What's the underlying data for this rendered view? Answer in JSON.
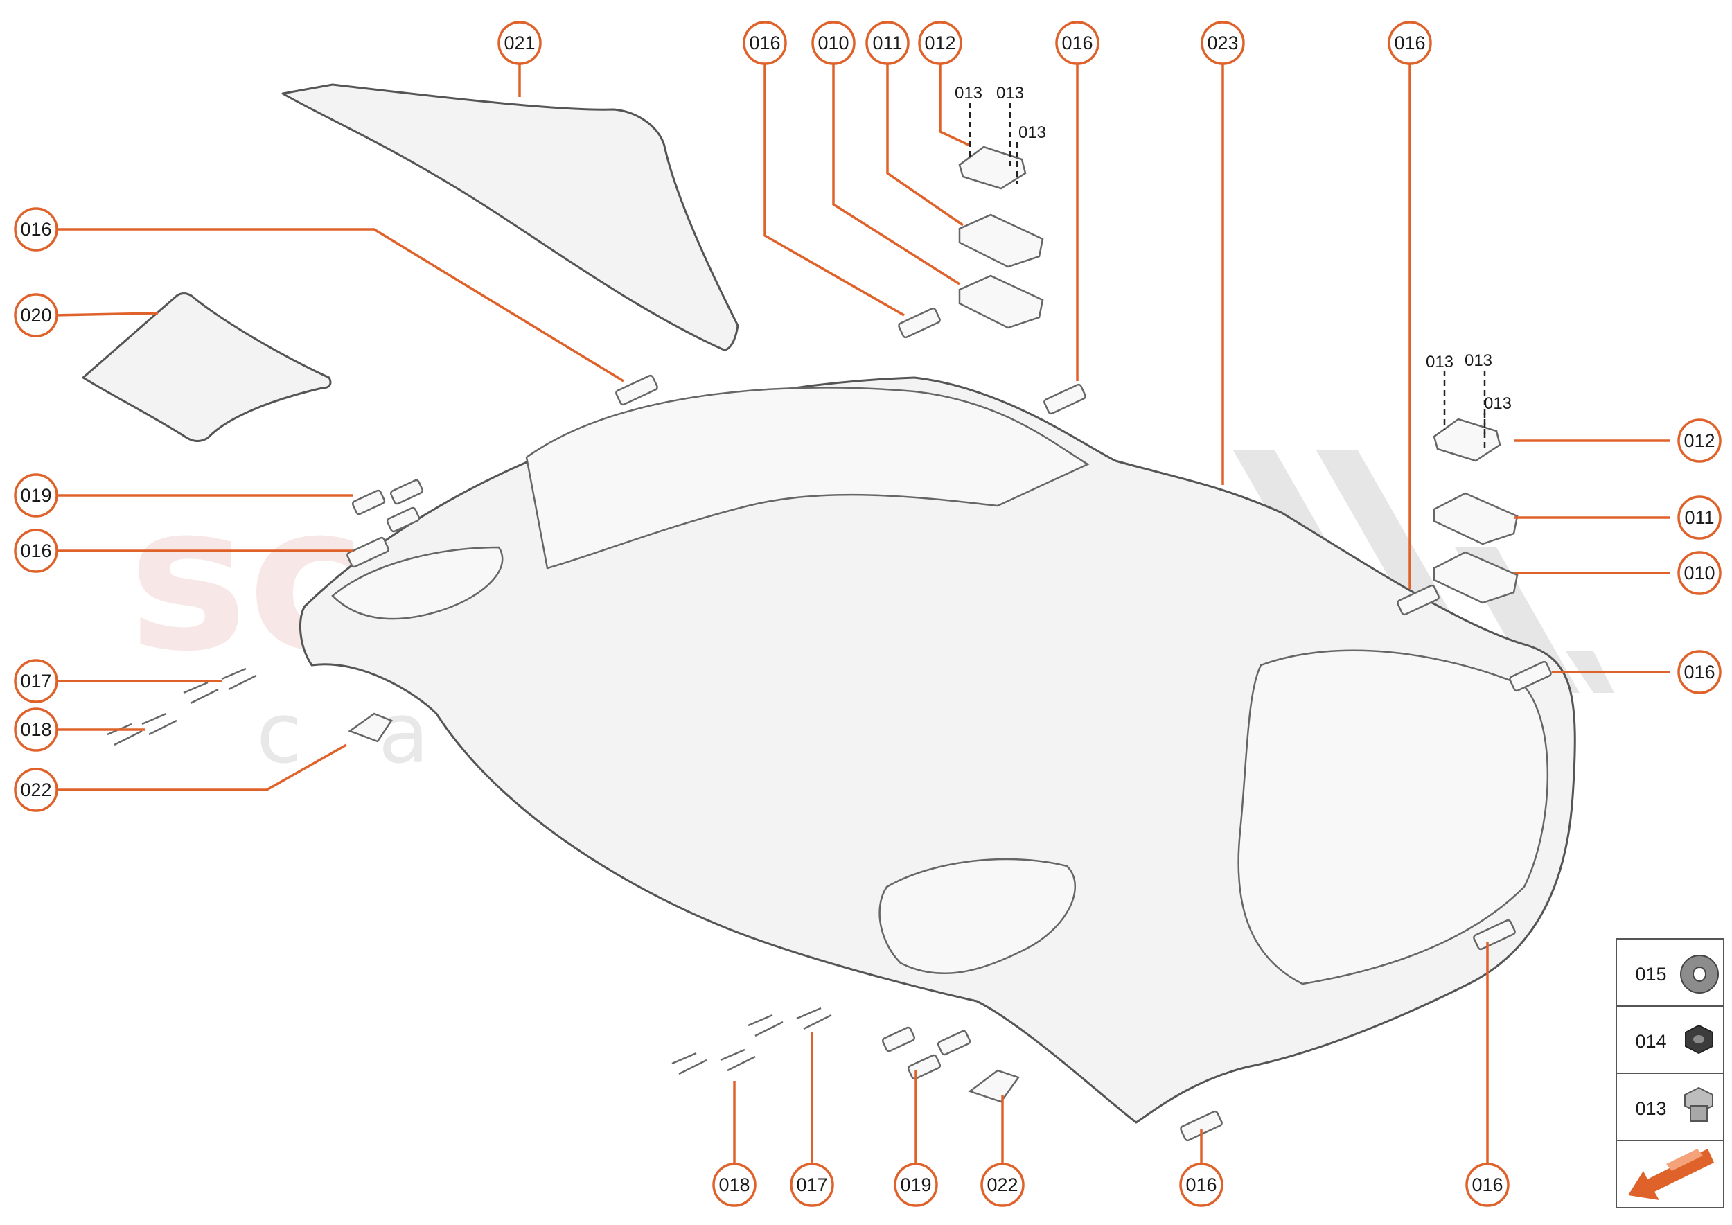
{
  "watermark": {
    "brand": "scuderia",
    "tagline": "car parts"
  },
  "parts": {
    "cover": "021",
    "liner": "020",
    "bonnet": "023",
    "washer": "015",
    "nut": "014",
    "bolt": "013"
  },
  "callouts": [
    {
      "id": "c021",
      "label": "021"
    },
    {
      "id": "c016a",
      "label": "016"
    },
    {
      "id": "c010a",
      "label": "010"
    },
    {
      "id": "c011a",
      "label": "011"
    },
    {
      "id": "c012a",
      "label": "012"
    },
    {
      "id": "c016b",
      "label": "016"
    },
    {
      "id": "c023",
      "label": "023"
    },
    {
      "id": "c016c",
      "label": "016"
    },
    {
      "id": "c016d",
      "label": "016"
    },
    {
      "id": "c020",
      "label": "020"
    },
    {
      "id": "c019a",
      "label": "019"
    },
    {
      "id": "c016e",
      "label": "016"
    },
    {
      "id": "c017a",
      "label": "017"
    },
    {
      "id": "c018a",
      "label": "018"
    },
    {
      "id": "c022a",
      "label": "022"
    },
    {
      "id": "c012b",
      "label": "012"
    },
    {
      "id": "c011b",
      "label": "011"
    },
    {
      "id": "c010b",
      "label": "010"
    },
    {
      "id": "c016f",
      "label": "016"
    },
    {
      "id": "c018b",
      "label": "018"
    },
    {
      "id": "c017b",
      "label": "017"
    },
    {
      "id": "c019b",
      "label": "019"
    },
    {
      "id": "c022b",
      "label": "022"
    },
    {
      "id": "c016g",
      "label": "016"
    },
    {
      "id": "c016h",
      "label": "016"
    }
  ],
  "small_labels": {
    "top_a": "013",
    "top_b": "013",
    "top_c": "013",
    "right_a": "013",
    "right_b": "013",
    "right_c": "013"
  },
  "legend": [
    {
      "label": "015",
      "icon": "washer-icon"
    },
    {
      "label": "014",
      "icon": "nut-icon"
    },
    {
      "label": "013",
      "icon": "bolt-icon"
    },
    {
      "label": "",
      "icon": "direction-arrow-icon"
    }
  ],
  "colors": {
    "accent": "#e0622b",
    "outline": "#555555"
  }
}
